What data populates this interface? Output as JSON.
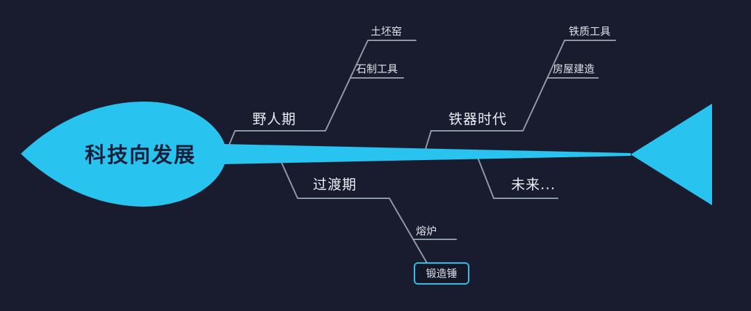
{
  "colors": {
    "background": "#191c2e",
    "accent": "#29c3ef",
    "branch_line": "#8f9da6",
    "branch_text": "#e9edf2",
    "subtopic_text": "#dde2e8",
    "root_text": "#16203a"
  },
  "fishbone": {
    "type": "fishbone-mindmap",
    "root": {
      "label": "科技向发展"
    },
    "branches": [
      {
        "label": "野人期",
        "side": "top",
        "children": [
          {
            "label": "石制工具",
            "boxed": false
          },
          {
            "label": "土坯窑",
            "boxed": false
          }
        ]
      },
      {
        "label": "铁器时代",
        "side": "top",
        "children": [
          {
            "label": "房屋建造",
            "boxed": false
          },
          {
            "label": "铁质工具",
            "boxed": false
          }
        ]
      },
      {
        "label": "过渡期",
        "side": "bottom",
        "children": [
          {
            "label": "熔炉",
            "boxed": false
          },
          {
            "label": "锻造锤",
            "boxed": true
          }
        ]
      },
      {
        "label": "未来...",
        "side": "bottom",
        "children": []
      }
    ]
  }
}
